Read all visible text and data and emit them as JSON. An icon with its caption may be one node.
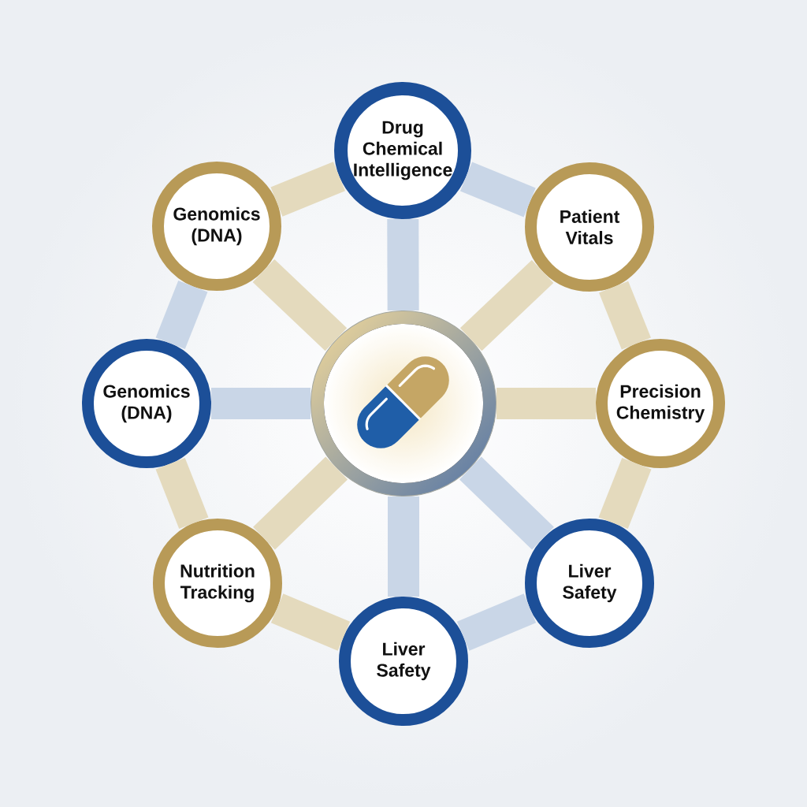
{
  "diagram": {
    "nodes": [
      {
        "text": [
          "Drug Chemical Intelligence"
        ]
      },
      {
        "text": [
          "Genomics (DNA)"
        ]
      },
      {
        "text": [
          "Patient Vitals"
        ]
      },
      {
        "text": [
          "Genomics (DNA)"
        ]
      },
      {
        "text": [],
        "shape": "circle"
      },
      {
        "text": [
          "Precision Chemistry"
        ]
      },
      {
        "text": [
          "Nutrition Tracking"
        ]
      },
      {
        "text": [
          "Liver Safety"
        ]
      },
      {
        "text": [
          "Liver Safety"
        ]
      }
    ],
    "edges": [
      {
        "from": 0,
        "to": 2,
        "arrow": "none",
        "color": "#c9d6e7"
      },
      {
        "from": 2,
        "to": 5,
        "arrow": "none"
      },
      {
        "from": 5,
        "to": 7,
        "arrow": "none"
      },
      {
        "from": 7,
        "to": 8,
        "arrow": "none",
        "color": "#c9d6e7"
      },
      {
        "from": 8,
        "to": 6,
        "arrow": "none"
      },
      {
        "from": 6,
        "to": 3,
        "arrow": "none"
      },
      {
        "from": 3,
        "to": 1,
        "arrow": "none",
        "color": "#c9d6e7"
      },
      {
        "from": 1,
        "to": 0,
        "arrow": "none"
      },
      {
        "from": 4,
        "to": 0,
        "arrow": "none",
        "color": "#c9d6e7"
      },
      {
        "from": 4,
        "to": 2,
        "arrow": "none"
      },
      {
        "from": 4,
        "to": 5,
        "arrow": "none"
      },
      {
        "from": 4,
        "to": 7,
        "arrow": "none",
        "color": "#c9d6e7"
      },
      {
        "from": 4,
        "to": 8,
        "arrow": "none",
        "color": "#c9d6e7"
      },
      {
        "from": 4,
        "to": 6,
        "arrow": "none"
      },
      {
        "from": 4,
        "to": 3,
        "arrow": "none",
        "color": "#c9d6e7"
      },
      {
        "from": 4,
        "to": 1,
        "arrow": "none"
      }
    ]
  }
}
